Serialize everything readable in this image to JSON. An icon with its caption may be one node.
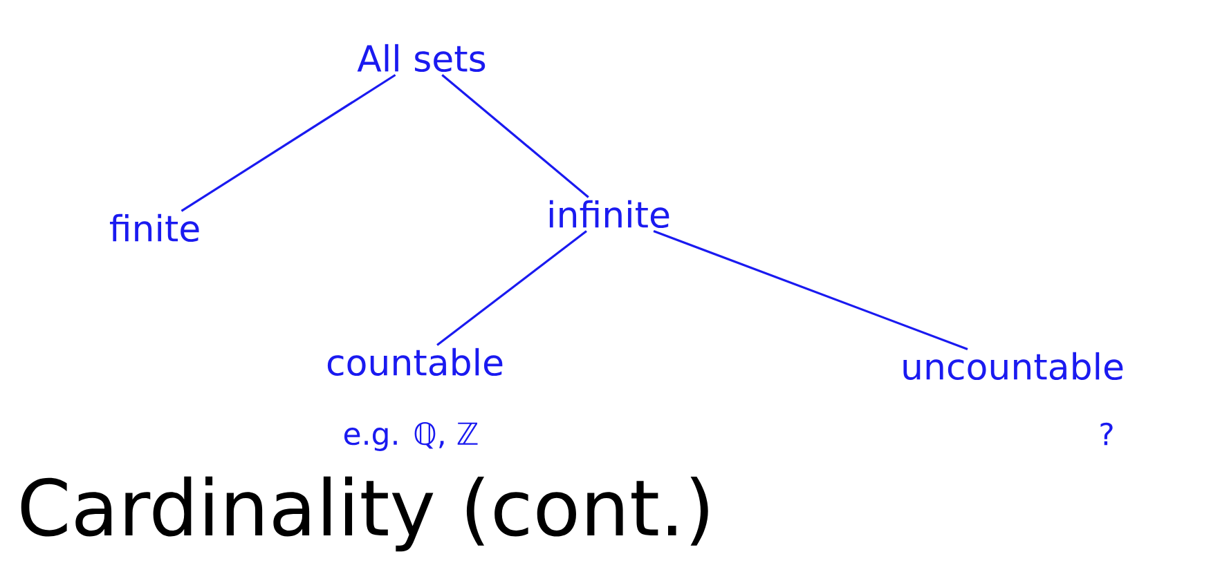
{
  "diagram": {
    "title": "Cardinality (cont.)",
    "nodes": [
      {
        "text": [
          "All sets"
        ]
      },
      {
        "text": [
          "finite"
        ]
      },
      {
        "text": [
          "infinite"
        ]
      },
      {
        "text": [
          "countable"
        ],
        "beside": [
          "e.g. ℚ, ℤ"
        ]
      },
      {
        "text": [
          "uncountable"
        ],
        "beside": [
          "?"
        ]
      }
    ],
    "edges": [
      {
        "from": 0,
        "to": 1,
        "arrow": "none"
      },
      {
        "from": 0,
        "to": 2,
        "arrow": "none"
      },
      {
        "from": 2,
        "to": 3,
        "arrow": "none"
      },
      {
        "from": 2,
        "to": 4,
        "arrow": "none"
      }
    ]
  }
}
